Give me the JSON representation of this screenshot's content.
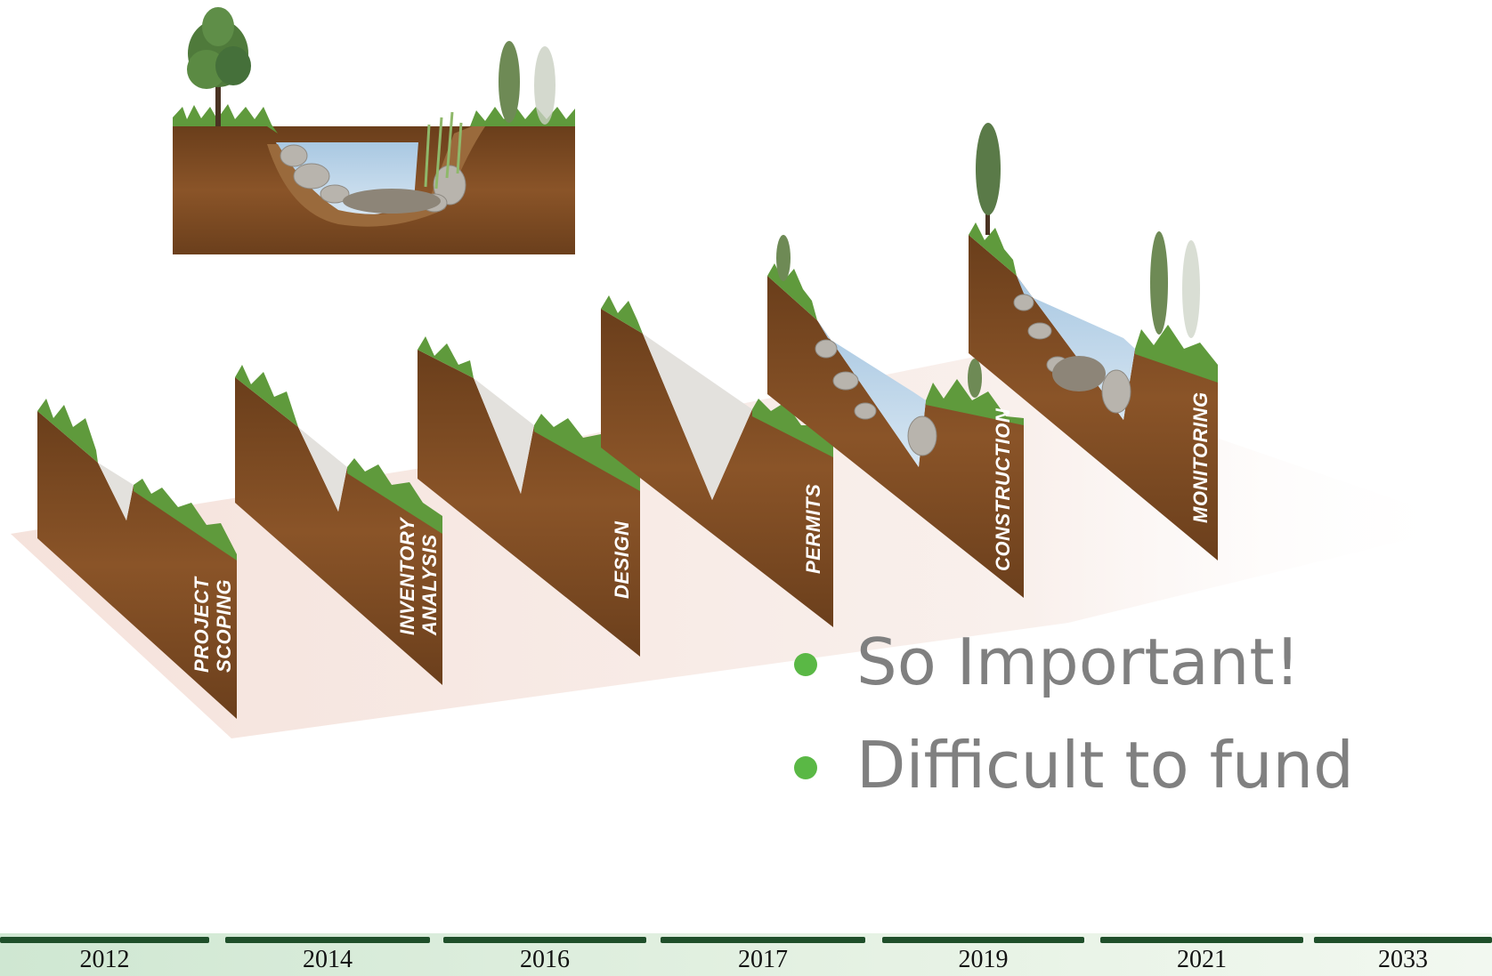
{
  "stages": [
    {
      "label_lines": [
        "PROJECT",
        "SCOPING"
      ]
    },
    {
      "label_lines": [
        "INVENTORY",
        "ANALYSIS"
      ]
    },
    {
      "label_lines": [
        "DESIGN"
      ]
    },
    {
      "label_lines": [
        "PERMITS"
      ]
    },
    {
      "label_lines": [
        "CONSTRUCTION"
      ]
    },
    {
      "label_lines": [
        "MONITORING"
      ]
    }
  ],
  "bullets": [
    "So Important!",
    "Difficult to fund"
  ],
  "timeline": {
    "years": [
      "2012",
      "2014",
      "2016",
      "2017",
      "2019",
      "2021",
      "2033"
    ]
  },
  "colors": {
    "soil": "#7a4a22",
    "grass": "#5f9a3c",
    "water": "#9fc3e0",
    "bullet": "#5ab845",
    "bullet_text": "#808080",
    "timeline_bar": "#1f4f2a"
  }
}
